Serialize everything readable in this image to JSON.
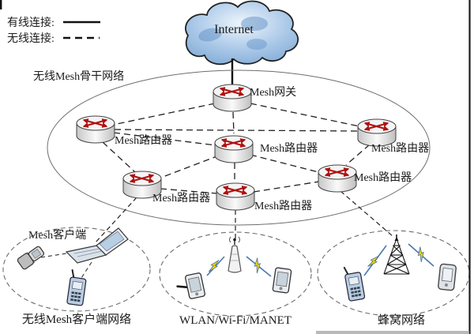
{
  "figure": {
    "legend": {
      "wired_label": "有线连接:",
      "wireless_label": "无线连接:"
    },
    "internet_label": "Internet",
    "backbone_label": "无线Mesh骨干网络",
    "gateway_label": "Mesh网关",
    "router_label": "Mesh路由器",
    "client_device_label": "Mesh客户端",
    "client_network_label": "无线Mesh客户端网络",
    "wlan_network_label": "WLAN/Wi-Fi/MANET",
    "cellular_network_label": "蜂窝网络",
    "colors": {
      "cloud_blue": "#9cc0e4",
      "router_arrow_red": "#b01010",
      "wireless_link_blue": "#4878b0",
      "lightning_yellow": "#f0d400"
    }
  }
}
